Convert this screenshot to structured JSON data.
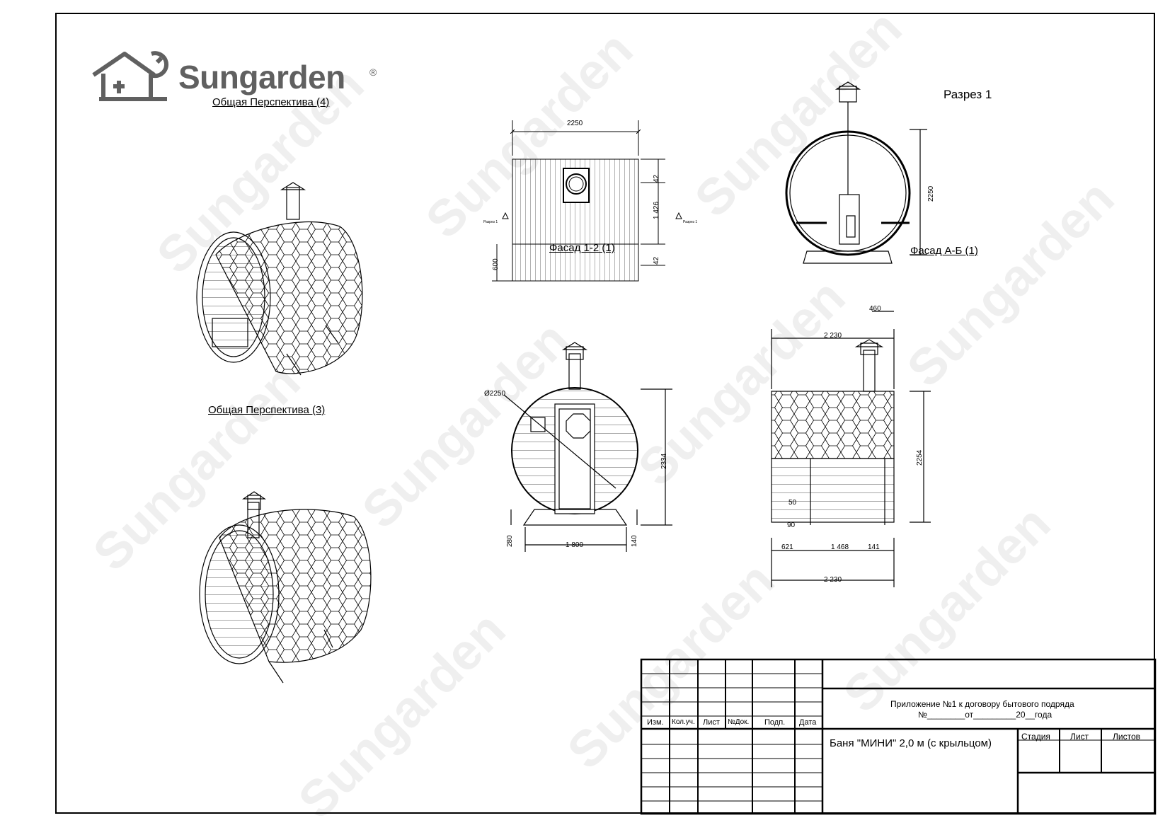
{
  "logo": {
    "name": "Sungarden",
    "reg": "®"
  },
  "watermark": "Sungarden",
  "views": {
    "perspective4": "Общая Перспектива (4)",
    "perspective3": "Общая Перспектива (3)",
    "facade12": "Фасад 1-2 (1)",
    "facadeAB": "Фасад А-Б (1)",
    "section1": "Разрез 1"
  },
  "section_marks": {
    "left": "Разрез 1",
    "right": "Разрез 1"
  },
  "dimensions": {
    "top_width": "2250",
    "v42a": "42",
    "v1426": "1 426",
    "v42b": "42",
    "v600": "600",
    "section_h": "2250",
    "d460": "460",
    "w2230_top": "2 230",
    "diameter": "Ø2250",
    "h2334": "2334",
    "h280": "280",
    "w1800": "1 800",
    "h140": "140",
    "h2254": "2254",
    "d50": "50",
    "d90": "90",
    "d621": "621",
    "d1468": "1 468",
    "d141": "141",
    "w2230_bottom": "2 230"
  },
  "title_block": {
    "headers": [
      "Изм.",
      "Кол.уч.",
      "Лист",
      "№Док.",
      "Подп.",
      "Дата"
    ],
    "appendix_line1": "Приложение №1 к договору бытового подряда",
    "appendix_line2": "№________от_________20__года",
    "project": "Баня \"МИНИ\" 2,0 м (с крыльцом)",
    "stage": "Стадия",
    "sheet": "Лист",
    "sheets": "Листов"
  }
}
